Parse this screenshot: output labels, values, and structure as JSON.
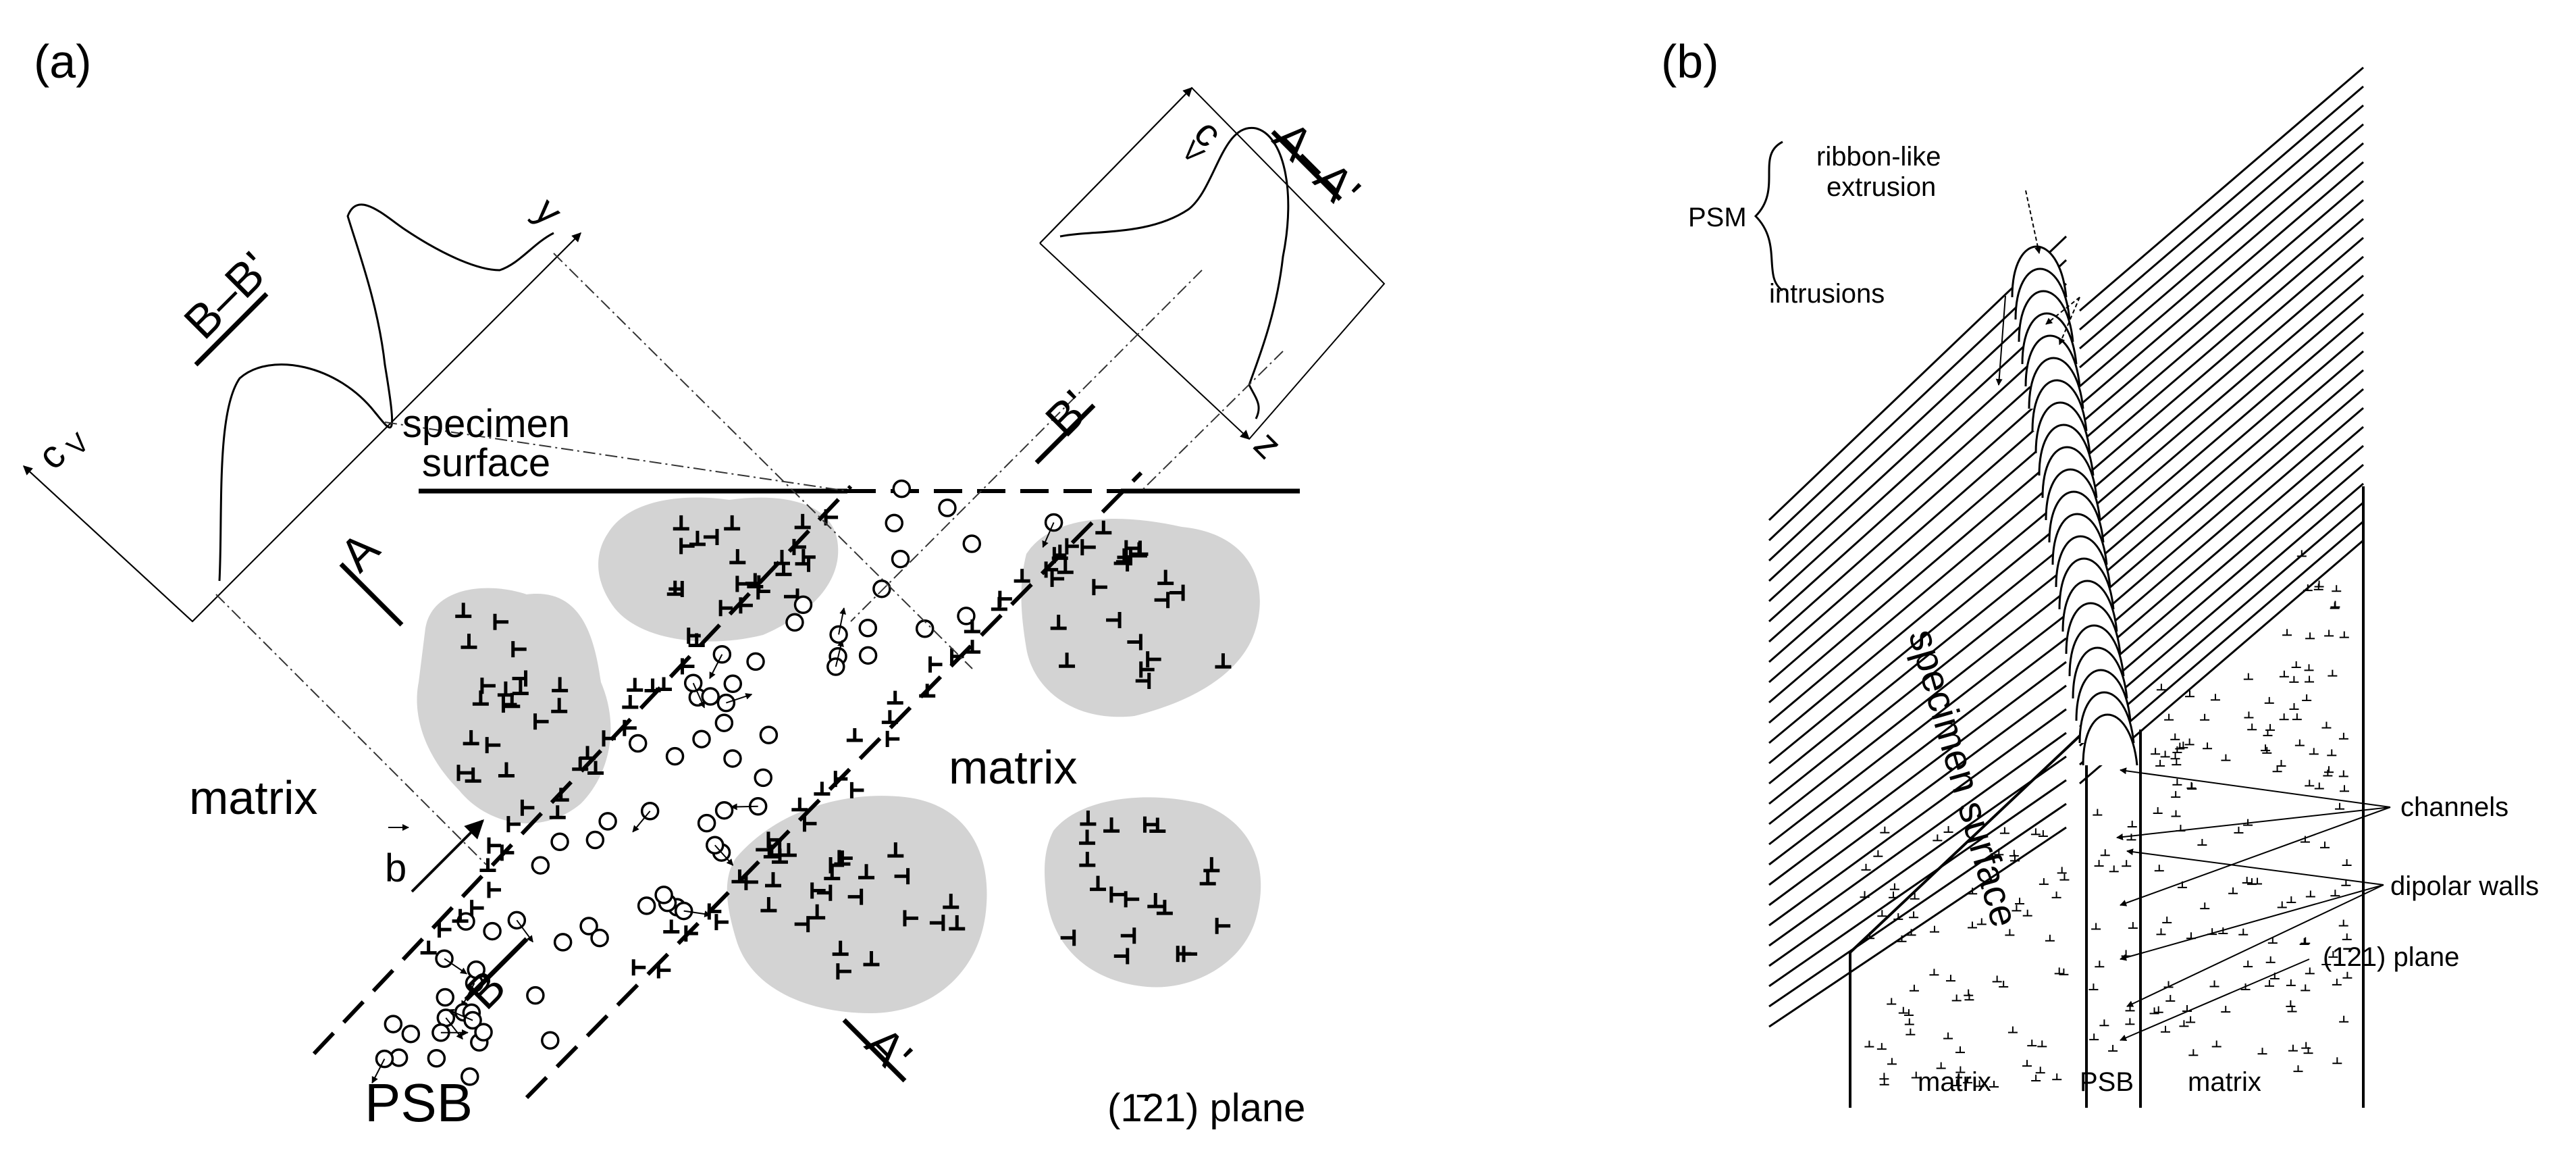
{
  "panel_a": {
    "label": "(a)",
    "bb_label": "B–B'",
    "aa_label": "A–A'",
    "cv_left": "c",
    "cv_left_sub": "V",
    "cv_right": "c",
    "cv_right_sub": "V",
    "y_axis": "y",
    "z_axis": "z",
    "surface_line1": "specimen",
    "surface_line2": "surface",
    "a_marker": "A",
    "a_prime_marker": "A'",
    "b_marker": "B",
    "b_prime_marker": "B'",
    "matrix_left": "matrix",
    "matrix_right": "matrix",
    "b_vector": "b",
    "psb": "PSB",
    "plane": "(1̄21) plane"
  },
  "panel_b": {
    "label": "(b)",
    "psm": "PSM",
    "ribbon_line1": "ribbon-like",
    "ribbon_line2": "extrusion",
    "intrusions": "intrusions",
    "specimen_surface": "specimen surface",
    "channels": "channels",
    "dipolar_walls": "dipolar walls",
    "plane": "(1̄21) plane",
    "matrix_left": "matrix",
    "psb": "PSB",
    "matrix_right": "matrix"
  }
}
